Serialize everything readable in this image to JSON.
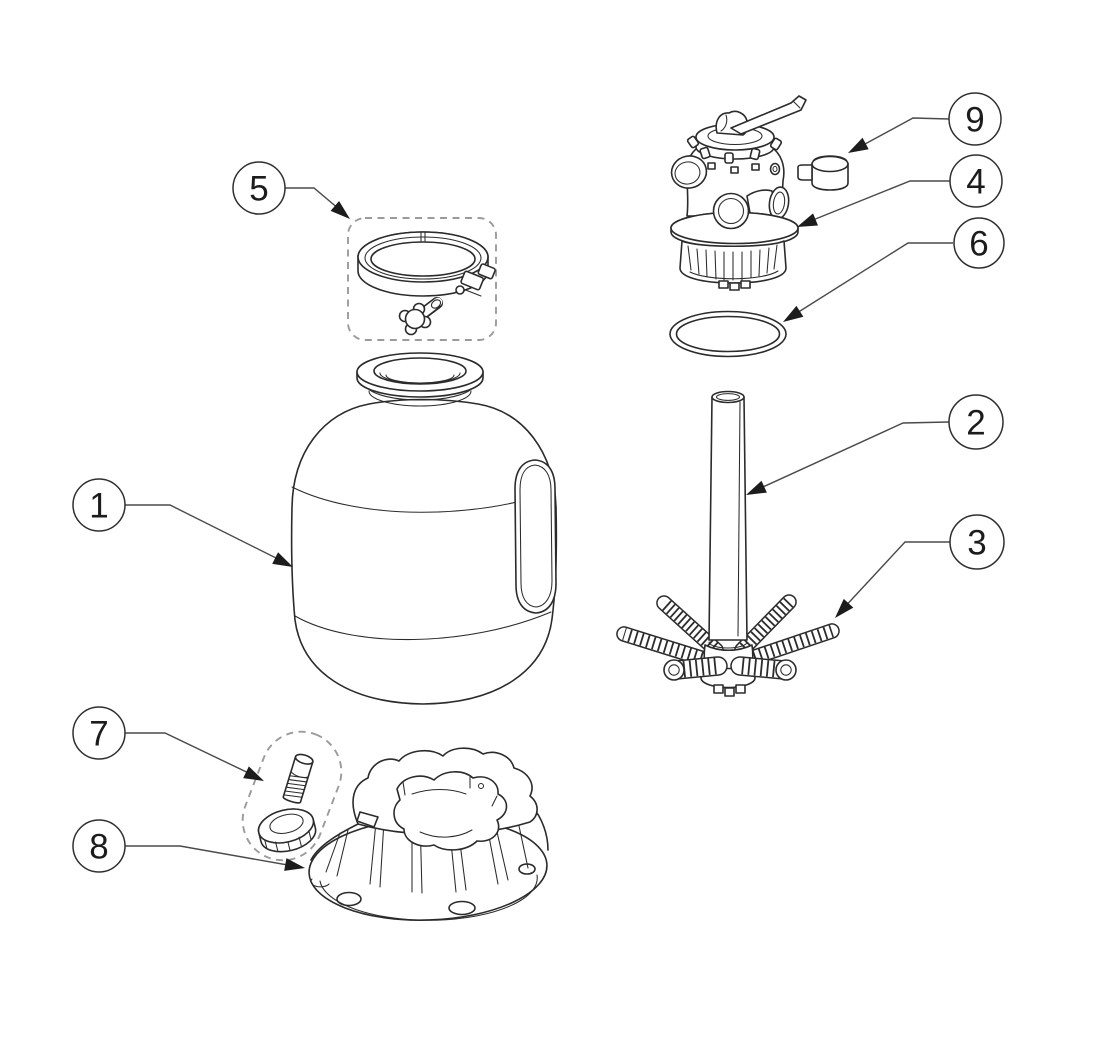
{
  "diagram": {
    "kind": "exploded-parts-diagram",
    "colors": {
      "background": "#ffffff",
      "line": "#2b2b2b",
      "leader": "#4a4a4a",
      "dashed_outline": "#9b9b9b"
    },
    "callouts": [
      {
        "label": "1",
        "part": "filter-tank"
      },
      {
        "label": "2",
        "part": "standpipe"
      },
      {
        "label": "3",
        "part": "lateral-assembly"
      },
      {
        "label": "4",
        "part": "multiport-valve"
      },
      {
        "label": "5",
        "part": "flange-clamp"
      },
      {
        "label": "6",
        "part": "o-ring"
      },
      {
        "label": "7",
        "part": "drain-plug"
      },
      {
        "label": "8",
        "part": "filter-base"
      },
      {
        "label": "9",
        "part": "gauge-fitting"
      }
    ]
  }
}
